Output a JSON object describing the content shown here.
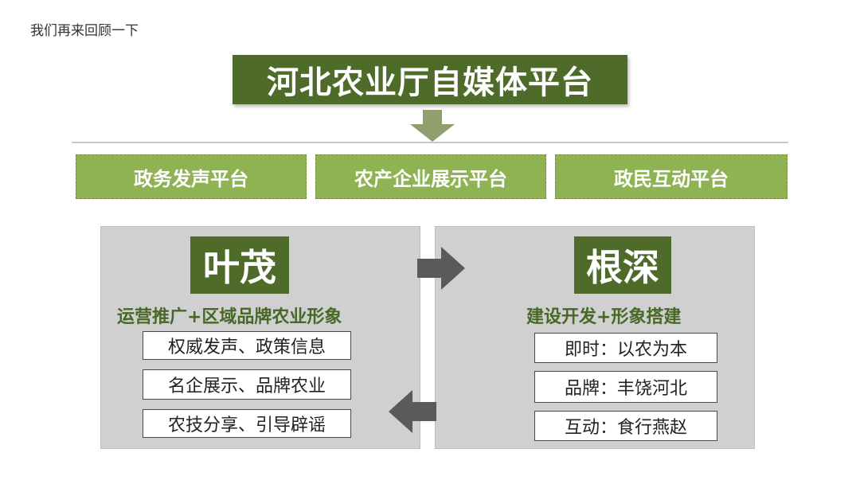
{
  "intro_text": "我们再来回顾一下",
  "main_title": "河北农业厅自媒体平台",
  "platforms": [
    {
      "label": "政务发声平台"
    },
    {
      "label": "农产企业展示平台"
    },
    {
      "label": "政民互动平台"
    }
  ],
  "left_panel": {
    "title": "叶茂",
    "subtitle": "运营推广+区域品牌农业形象",
    "items": [
      {
        "label": "权威发声、政策信息"
      },
      {
        "label": "名企展示、品牌农业"
      },
      {
        "label": "农技分享、引导辟谣"
      }
    ]
  },
  "right_panel": {
    "title": "根深",
    "subtitle": "建设开发+形象搭建",
    "items": [
      {
        "label": "即时：以农为本"
      },
      {
        "label": "品牌：丰饶河北"
      },
      {
        "label": "互动：食行燕赵"
      }
    ]
  },
  "colors": {
    "dark_green": "#4e6b2a",
    "light_green": "#8fb253",
    "gray_panel": "#d0d0d0",
    "arrow_gray": "#5a5a5a"
  }
}
